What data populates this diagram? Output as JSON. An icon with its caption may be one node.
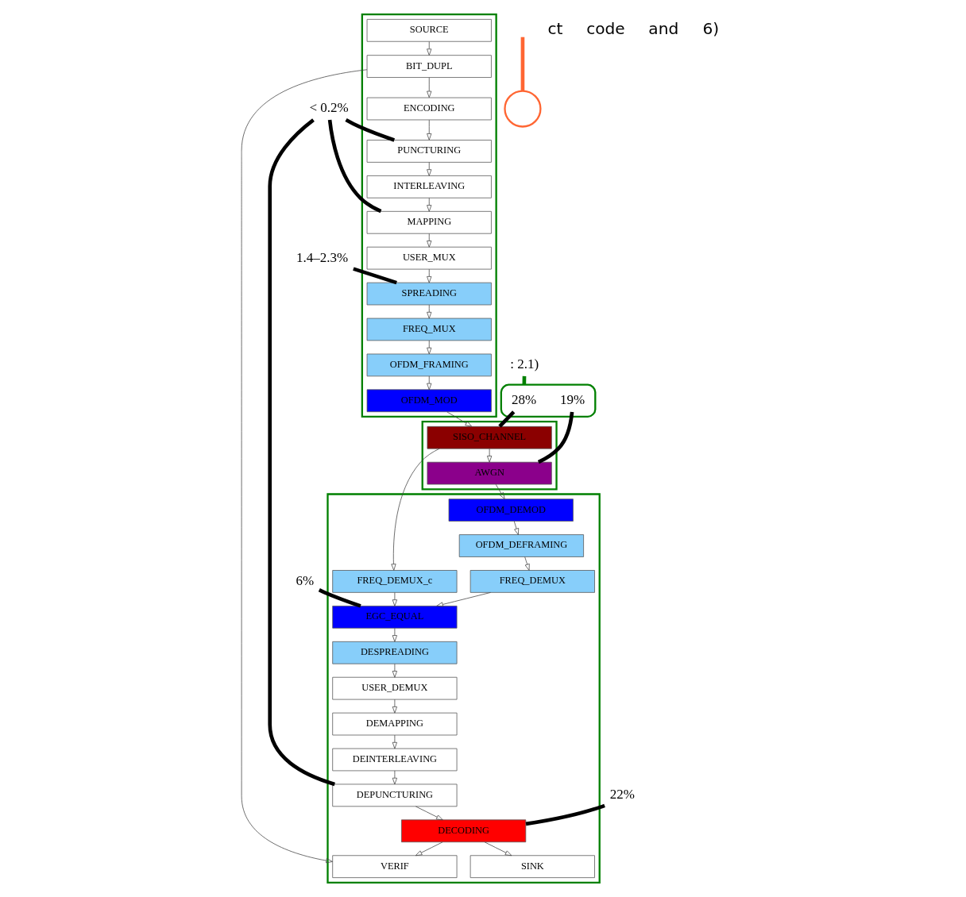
{
  "diagram": {
    "nodes": [
      {
        "text": [],
        "shape": "box"
      },
      {
        "text": [
          "SOURCE"
        ],
        "in": 0
      },
      {
        "text": [
          "BIT_DUPL"
        ],
        "in": 0
      },
      {
        "text": [
          "ENCODING"
        ],
        "in": 0
      },
      {
        "text": [
          "PUNCTURING"
        ],
        "in": 0
      },
      {
        "text": [
          "INTERLEAVING"
        ],
        "in": 0
      },
      {
        "text": [
          "MAPPING"
        ],
        "in": 0
      },
      {
        "text": [
          "USER_MUX"
        ],
        "in": 0
      },
      {
        "text": [
          "SPREADING"
        ],
        "in": 0
      },
      {
        "text": [
          "FREQ_MUX"
        ],
        "in": 0
      },
      {
        "text": [
          "OFDM_FRAMING"
        ],
        "in": 0
      },
      {
        "text": [
          "OFDM_MOD"
        ],
        "in": 0
      },
      {
        "text": [],
        "shape": "box"
      },
      {
        "text": [
          "VERIF"
        ],
        "in": 12
      },
      {
        "text": [
          "DECODING"
        ],
        "in": 12
      },
      {
        "text": [
          "SINK"
        ],
        "in": 12
      },
      {
        "text": [
          "DEPUNCTURING"
        ],
        "in": 12
      },
      {
        "text": [
          "DEINTERLEAVING"
        ],
        "in": 12
      },
      {
        "text": [
          "DEMAPPING"
        ],
        "in": 12
      },
      {
        "text": [
          "USER_DEMUX"
        ],
        "in": 12
      },
      {
        "text": [
          "DESPREADING"
        ],
        "in": 12
      },
      {
        "text": [
          "EGC_EQUAL"
        ],
        "in": 12
      },
      {
        "text": [
          "FREQ_DEMUX_c"
        ],
        "in": 12
      },
      {
        "text": [
          "FREQ_DEMUX"
        ],
        "in": 12
      },
      {
        "text": [
          "OFDM_DEFRAMING"
        ],
        "in": 12
      },
      {
        "text": [
          "OFDM_DEMOD"
        ],
        "in": 12
      },
      {
        "text": [],
        "shape": "box"
      },
      {
        "text": [
          "SISO_CHANNEL"
        ],
        "in": 26
      },
      {
        "text": [
          "AWGN"
        ],
        "in": 26
      },
      {
        "text": [
          "22%"
        ]
      },
      {
        "text": [
          "< 0.2%"
        ]
      },
      {
        "text": [
          "1.4–2.3%"
        ]
      },
      {
        "text": [
          "6%"
        ]
      },
      {
        "text": [],
        "shape": "ellipse"
      },
      {
        "text": [
          "28%"
        ],
        "in": 33
      },
      {
        "text": [
          "19%"
        ],
        "in": 33
      },
      {
        "text": [],
        "shape": "circle"
      },
      {
        "text": [
          ": 2.1)"
        ]
      }
    ],
    "edges": [
      {
        "from": 1,
        "to": 2,
        "arrow": "to"
      },
      {
        "from": 2,
        "to": 3,
        "arrow": "to"
      },
      {
        "from": 3,
        "to": 4,
        "arrow": "to"
      },
      {
        "from": 4,
        "to": 5,
        "arrow": "to"
      },
      {
        "from": 5,
        "to": 6,
        "arrow": "to"
      },
      {
        "from": 6,
        "to": 7,
        "arrow": "to"
      },
      {
        "from": 7,
        "to": 8,
        "arrow": "to"
      },
      {
        "from": 8,
        "to": 9,
        "arrow": "to"
      },
      {
        "from": 9,
        "to": 10,
        "arrow": "to"
      },
      {
        "from": 10,
        "to": 11,
        "arrow": "to"
      },
      {
        "from": 2,
        "to": 13,
        "arrow": "to"
      },
      {
        "from": 11,
        "to": 27,
        "arrow": "to"
      },
      {
        "from": 27,
        "to": 28,
        "arrow": "to"
      },
      {
        "from": 28,
        "to": 25,
        "arrow": "to"
      },
      {
        "from": 27,
        "to": 22,
        "arrow": "to"
      },
      {
        "from": 25,
        "to": 24,
        "arrow": "to"
      },
      {
        "from": 24,
        "to": 23,
        "arrow": "to"
      },
      {
        "from": 23,
        "to": 21,
        "arrow": "to"
      },
      {
        "from": 22,
        "to": 21,
        "arrow": "to"
      },
      {
        "from": 21,
        "to": 20,
        "arrow": "to"
      },
      {
        "from": 20,
        "to": 19,
        "arrow": "to"
      },
      {
        "from": 19,
        "to": 18,
        "arrow": "to"
      },
      {
        "from": 18,
        "to": 17,
        "arrow": "to"
      },
      {
        "from": 17,
        "to": 16,
        "arrow": "to"
      },
      {
        "from": 16,
        "to": 14,
        "arrow": "to"
      },
      {
        "from": 14,
        "to": 13,
        "arrow": "to"
      },
      {
        "from": 14,
        "to": 15,
        "arrow": "to"
      },
      {
        "from": 29,
        "to": 14,
        "arrow": "none",
        "style": "thick"
      },
      {
        "from": 30,
        "to": 4,
        "arrow": "none",
        "style": "thick"
      },
      {
        "from": 30,
        "to": 6,
        "arrow": "none",
        "style": "thick"
      },
      {
        "from": 30,
        "to": 16,
        "arrow": "none",
        "style": "thick"
      },
      {
        "from": 31,
        "to": 8,
        "arrow": "none",
        "style": "thick"
      },
      {
        "from": 32,
        "to": 21,
        "arrow": "none",
        "style": "thick"
      },
      {
        "from": 34,
        "to": 27,
        "arrow": "none",
        "style": "thick"
      },
      {
        "from": 35,
        "to": 28,
        "arrow": "none",
        "style": "thick"
      },
      {
        "from": 37,
        "to": 33,
        "arrow": "none",
        "style": "thick",
        "color": "#008000"
      },
      {
        "from": null,
        "to": 36,
        "arrow": "none",
        "style": "thick",
        "color": "#ff6633"
      }
    ],
    "labels": [
      "ct",
      "code",
      "and",
      "6)"
    ]
  }
}
